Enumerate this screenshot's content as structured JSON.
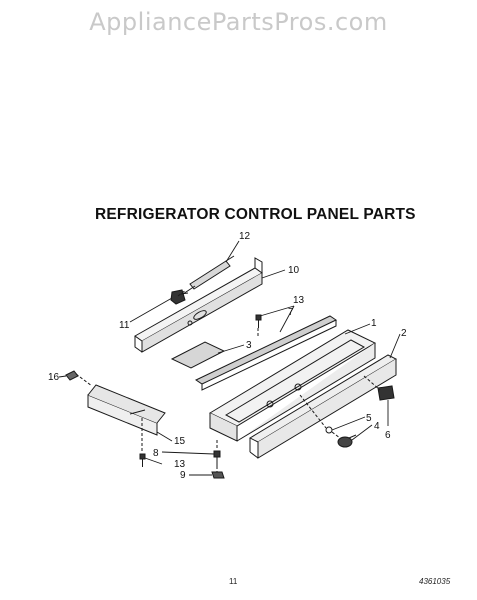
{
  "watermark": "AppliancePartsPros.com",
  "title": "REFRIGERATOR CONTROL PANEL PARTS",
  "callouts": {
    "c1": "1",
    "c2": "2",
    "c3": "3",
    "c4": "4",
    "c5": "5",
    "c6": "6",
    "c8": "8",
    "c9": "9",
    "c10": "10",
    "c11": "11",
    "c12": "12",
    "c13a": "13",
    "c13b": "13",
    "c15": "15",
    "c16": "16"
  },
  "footer": {
    "page_number": "11",
    "doc_number": "4361035"
  },
  "colors": {
    "line": "#1a1a1a",
    "shade": "#9a9a9a",
    "watermark": "#c9c9c9"
  }
}
